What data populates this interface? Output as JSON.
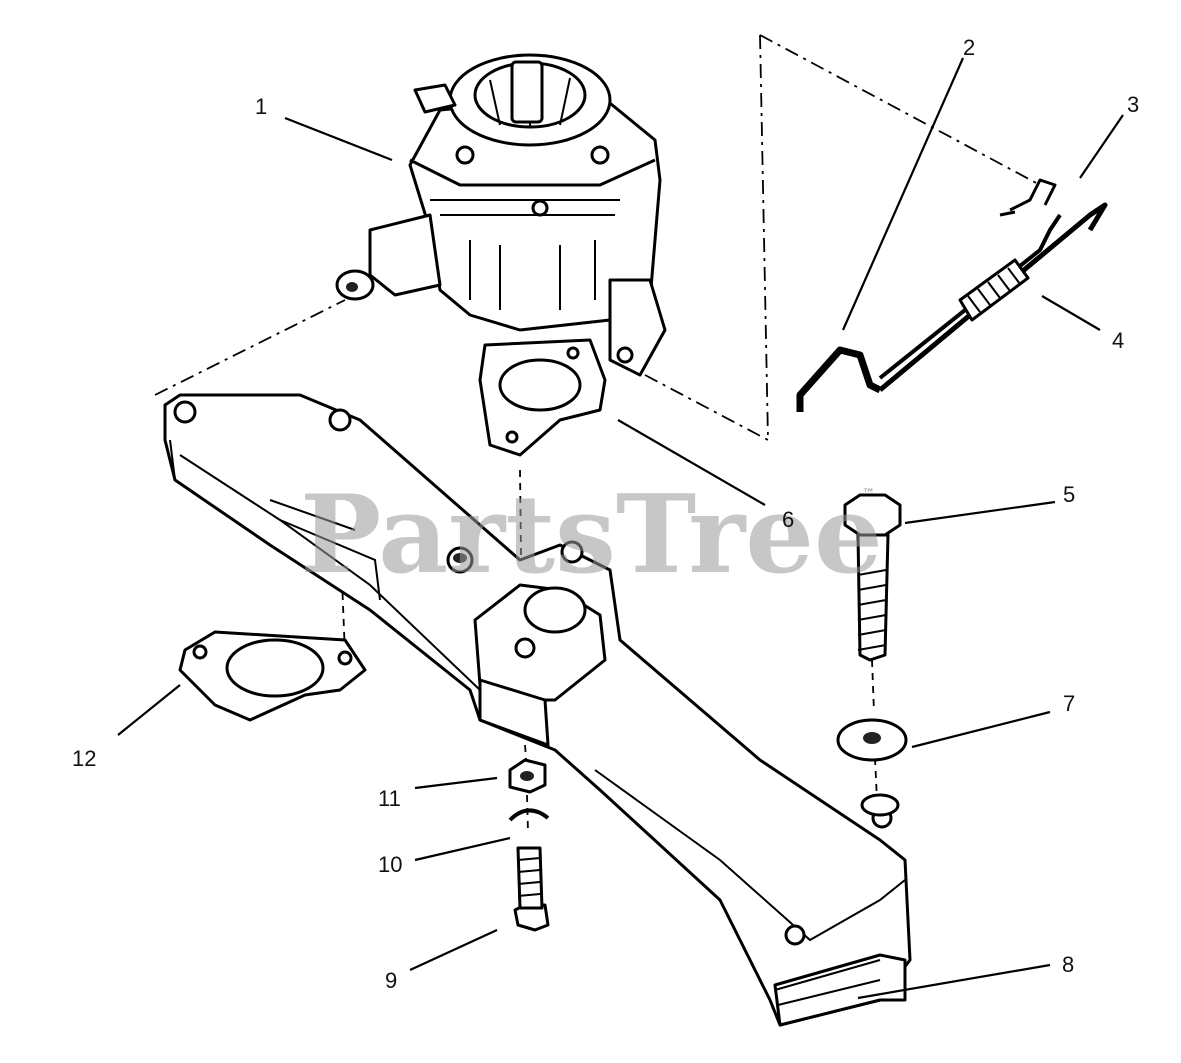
{
  "watermark": {
    "text": "PartsTree",
    "trademark": "™"
  },
  "callouts": [
    {
      "id": "1",
      "label": "1"
    },
    {
      "id": "2",
      "label": "2"
    },
    {
      "id": "3",
      "label": "3"
    },
    {
      "id": "4",
      "label": "4"
    },
    {
      "id": "5",
      "label": "5"
    },
    {
      "id": "6",
      "label": "6"
    },
    {
      "id": "7",
      "label": "7"
    },
    {
      "id": "8",
      "label": "8"
    },
    {
      "id": "9",
      "label": "9"
    },
    {
      "id": "10",
      "label": "10"
    },
    {
      "id": "11",
      "label": "11"
    },
    {
      "id": "12",
      "label": "12"
    }
  ]
}
